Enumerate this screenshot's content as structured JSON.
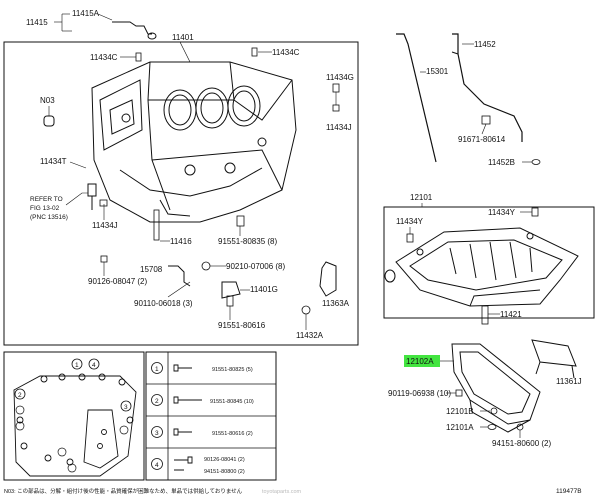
{
  "labels": {
    "p11415": "11415",
    "p11415A": "11415A",
    "p11401": "11401",
    "p11434C_l": "11434C",
    "p11434C_r": "11434C",
    "p11434G": "11434G",
    "p11434J_r": "11434J",
    "pN03": "N03",
    "p11434T": "11434T",
    "refer1": "REFER TO",
    "refer2": "FIG 13-02",
    "refer3": "(PNC 13516)",
    "p11434J_l": "11434J",
    "p11416": "11416",
    "p91551_80835": "91551-80835 (8)",
    "p15708": "15708",
    "p90210": "90210-07006 (8)",
    "p90126_08047": "90126-08047 (2)",
    "p90110": "90110-06018 (3)",
    "p11401G": "11401G",
    "p11363A": "11363A",
    "p91551_80616": "91551-80616",
    "p11432A": "11432A",
    "p11452": "11452",
    "p15301": "15301",
    "p91671": "91671-80614",
    "p11452B": "11452B",
    "p12101": "12101",
    "p11434Y_l": "11434Y",
    "p11434Y_r": "11434Y",
    "p11421": "11421",
    "p12102A": "12102A",
    "p90119": "90119-06938 (10)",
    "p11361J": "11361J",
    "p12101B": "12101B",
    "p12101A": "12101A",
    "p94151": "94151-80600 (2)",
    "n1": "1",
    "n2": "2",
    "n3": "3",
    "n4": "4",
    "s1": "1",
    "s2": "2",
    "s3": "3",
    "s4": "4",
    "leg1": "91551-80825 (5)",
    "leg2": "91551-80845 (10)",
    "leg3": "91551-80616 (2)",
    "leg4a": "90126-08041 (2)",
    "leg4b": "94151-80800 (2)",
    "footer_note": "N03: この部品は、分解・組付け後の性能・品質確保が困難なため、単品では供給しておりません",
    "watermark": "toyotaparts.com",
    "fig_id": "119477B"
  },
  "colors": {
    "highlight": "#22e01e",
    "line": "#111111"
  }
}
